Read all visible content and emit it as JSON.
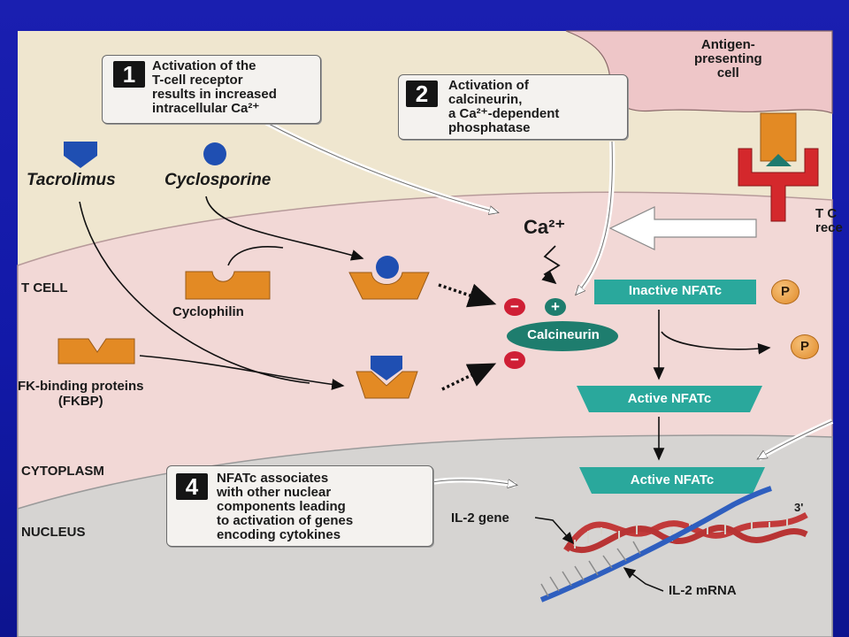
{
  "diagram": {
    "regions": {
      "apc": "Antigen-\npresenting\ncell",
      "tcell": "T CELL",
      "cytoplasm": "CYTOPLASM",
      "nucleus": "NUCLEUS",
      "receptor": "T C\nrece"
    },
    "drugs": {
      "tacrolimus": "Tacrolimus",
      "cyclosporine": "Cyclosporine"
    },
    "proteins": {
      "cyclophilin": "Cyclophilin",
      "fkbp": "FK-binding proteins\n(FKBP)",
      "calcineurin": "Calcineurin",
      "inactive_nfatc": "Inactive NFATc",
      "active_nfatc_1": "Active NFATc",
      "active_nfatc_2": "Active NFATc",
      "phosphate_1": "P",
      "phosphate_2": "P"
    },
    "ion": "Ca²⁺",
    "signs": {
      "minus_1": "−",
      "minus_2": "−",
      "plus": "+"
    },
    "genes": {
      "il2_gene": "IL-2 gene",
      "il2_mrna": "IL-2 mRNA",
      "three_prime": "3'"
    },
    "callouts": [
      {
        "step": "1",
        "text": "Activation of the\nT-cell receptor\nresults in increased\nintracellular Ca²⁺"
      },
      {
        "step": "2",
        "text": "Activation of\ncalcineurin,\na Ca²⁺-dependent\nphosphatase"
      },
      {
        "step": "4",
        "text": "NFATc associates\nwith other nuclear\ncomponents leading\nto activation of genes\nencoding cytokines"
      }
    ]
  },
  "colors": {
    "slide_background": "#1a1fb0",
    "figure_background": "#efe6cf",
    "tcell_fill": "#f2d8d6",
    "nucleus_fill": "#d6d4d2",
    "apc_fill": "#eec6c8",
    "receptor_red": "#d4282c",
    "orange_protein": "#e38a24",
    "teal_nfat": "#2aa89c",
    "calcineurin_teal": "#1e7d6e",
    "drug_blue": "#1f4fb2",
    "minus_red": "#cf1f35"
  }
}
